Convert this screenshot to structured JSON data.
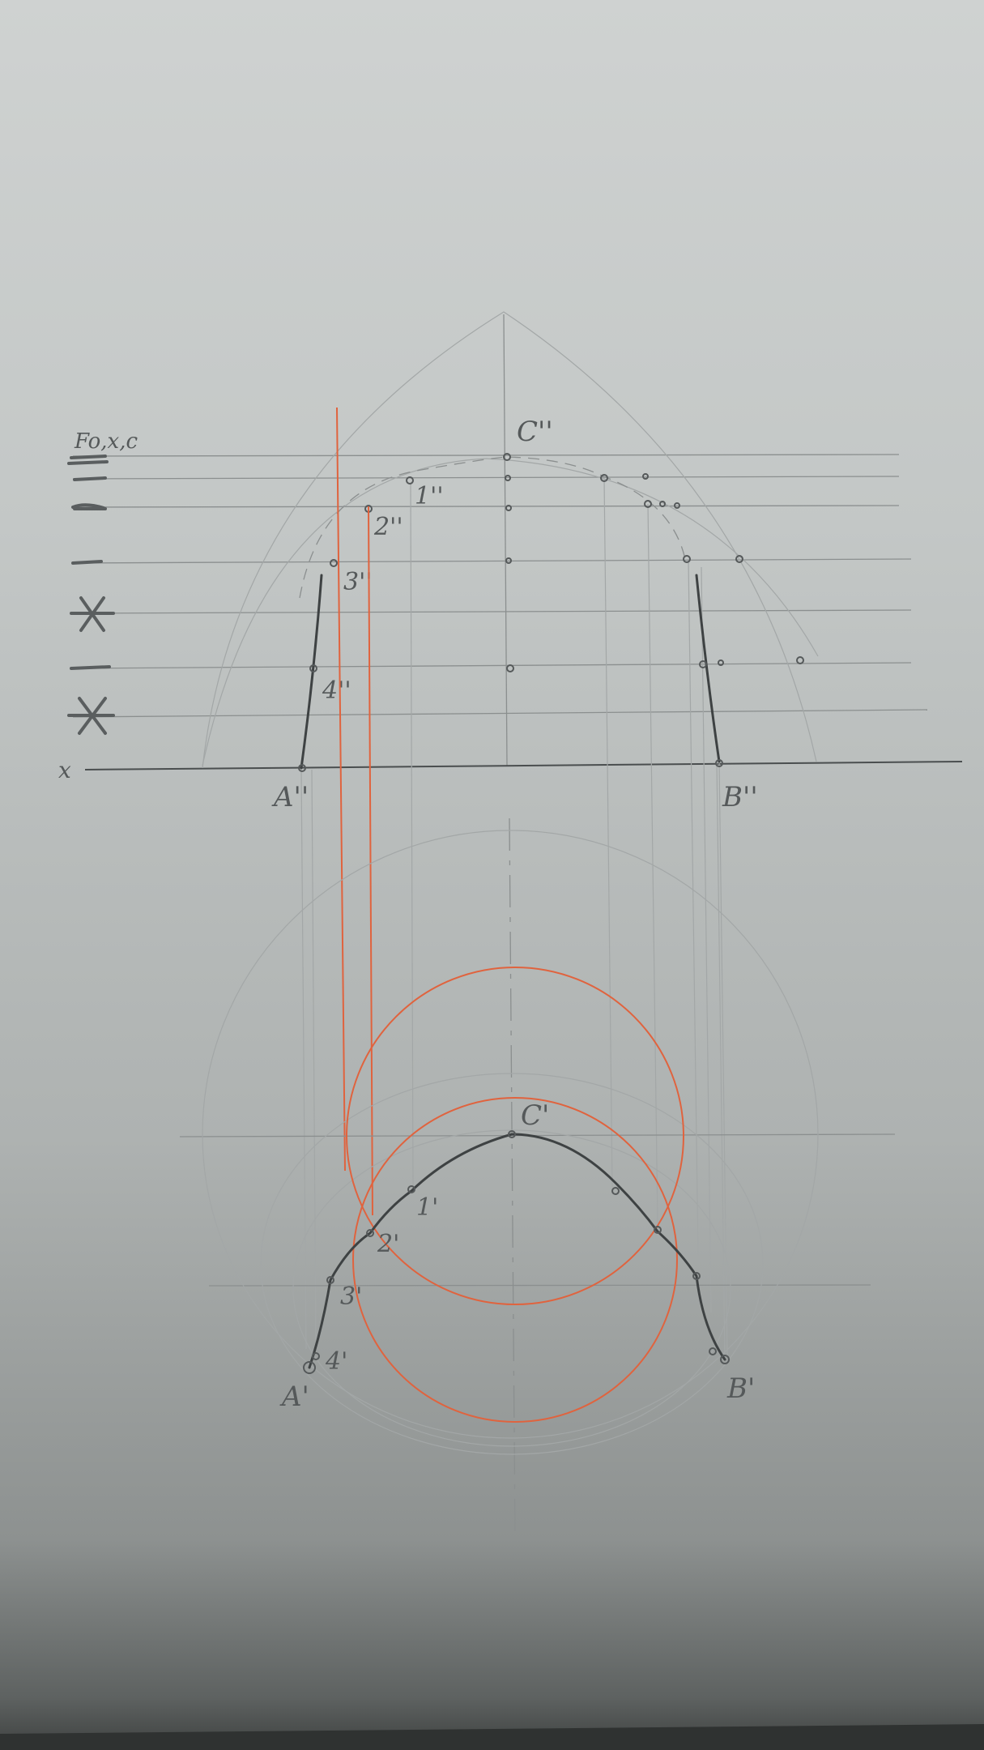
{
  "drawing": {
    "paper_color": "#c8cbca",
    "pencil_color": "#55595a",
    "construction_color": "#e0633e",
    "labels": {
      "legend": "Fo,x,c",
      "axis": "x",
      "front_view": {
        "C2": "C''",
        "p1": "1''",
        "p2": "2''",
        "p3": "3''",
        "p4": "4''",
        "A2": "A''",
        "B2": "B''"
      },
      "top_view": {
        "C1": "C'",
        "p1": "1'",
        "p2": "2'",
        "p3": "3'",
        "p4": "4'",
        "A1": "A'",
        "B1": "B'"
      }
    }
  }
}
